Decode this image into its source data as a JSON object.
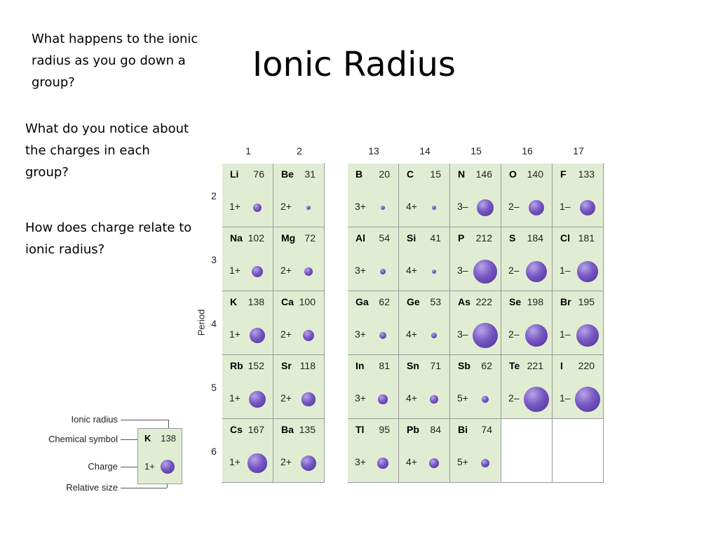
{
  "title": "Ionic Radius",
  "questions": {
    "q1": "What happens to the ionic radius as you go down a group?",
    "q2": "What do you notice about the charges in each group?",
    "q3": "How does charge relate to ionic radius?"
  },
  "table": {
    "groups": [
      "1",
      "2",
      "13",
      "14",
      "15",
      "16",
      "17"
    ],
    "periods": [
      "2",
      "3",
      "4",
      "5",
      "6"
    ],
    "period_axis_label": "Period",
    "rows": [
      [
        {
          "symbol": "Li",
          "radius": "76",
          "charge": "1+"
        },
        {
          "symbol": "Be",
          "radius": "31",
          "charge": "2+"
        },
        {
          "symbol": "B",
          "radius": "20",
          "charge": "3+"
        },
        {
          "symbol": "C",
          "radius": "15",
          "charge": "4+"
        },
        {
          "symbol": "N",
          "radius": "146",
          "charge": "3–"
        },
        {
          "symbol": "O",
          "radius": "140",
          "charge": "2–"
        },
        {
          "symbol": "F",
          "radius": "133",
          "charge": "1–"
        }
      ],
      [
        {
          "symbol": "Na",
          "radius": "102",
          "charge": "1+"
        },
        {
          "symbol": "Mg",
          "radius": "72",
          "charge": "2+"
        },
        {
          "symbol": "Al",
          "radius": "54",
          "charge": "3+"
        },
        {
          "symbol": "Si",
          "radius": "41",
          "charge": "4+"
        },
        {
          "symbol": "P",
          "radius": "212",
          "charge": "3–"
        },
        {
          "symbol": "S",
          "radius": "184",
          "charge": "2–"
        },
        {
          "symbol": "Cl",
          "radius": "181",
          "charge": "1–"
        }
      ],
      [
        {
          "symbol": "K",
          "radius": "138",
          "charge": "1+"
        },
        {
          "symbol": "Ca",
          "radius": "100",
          "charge": "2+"
        },
        {
          "symbol": "Ga",
          "radius": "62",
          "charge": "3+"
        },
        {
          "symbol": "Ge",
          "radius": "53",
          "charge": "4+"
        },
        {
          "symbol": "As",
          "radius": "222",
          "charge": "3–"
        },
        {
          "symbol": "Se",
          "radius": "198",
          "charge": "2–"
        },
        {
          "symbol": "Br",
          "radius": "195",
          "charge": "1–"
        }
      ],
      [
        {
          "symbol": "Rb",
          "radius": "152",
          "charge": "1+"
        },
        {
          "symbol": "Sr",
          "radius": "118",
          "charge": "2+"
        },
        {
          "symbol": "In",
          "radius": "81",
          "charge": "3+"
        },
        {
          "symbol": "Sn",
          "radius": "71",
          "charge": "4+"
        },
        {
          "symbol": "Sb",
          "radius": "62",
          "charge": "5+"
        },
        {
          "symbol": "Te",
          "radius": "221",
          "charge": "2–"
        },
        {
          "symbol": "I",
          "radius": "220",
          "charge": "1–"
        }
      ],
      [
        {
          "symbol": "Cs",
          "radius": "167",
          "charge": "1+"
        },
        {
          "symbol": "Ba",
          "radius": "135",
          "charge": "2+"
        },
        {
          "symbol": "Tl",
          "radius": "95",
          "charge": "3+"
        },
        {
          "symbol": "Pb",
          "radius": "84",
          "charge": "4+"
        },
        {
          "symbol": "Bi",
          "radius": "74",
          "charge": "5+"
        },
        null,
        null
      ]
    ]
  },
  "legend": {
    "labels": {
      "ionic_radius": "Ionic radius",
      "chemical_symbol": "Chemical symbol",
      "charge": "Charge",
      "relative_size": "Relative size"
    },
    "example": {
      "symbol": "K",
      "radius": "138",
      "charge": "1+"
    }
  },
  "colors": {
    "cell_background": "#e1edd2",
    "ion_sphere": "#6a4cb8"
  }
}
